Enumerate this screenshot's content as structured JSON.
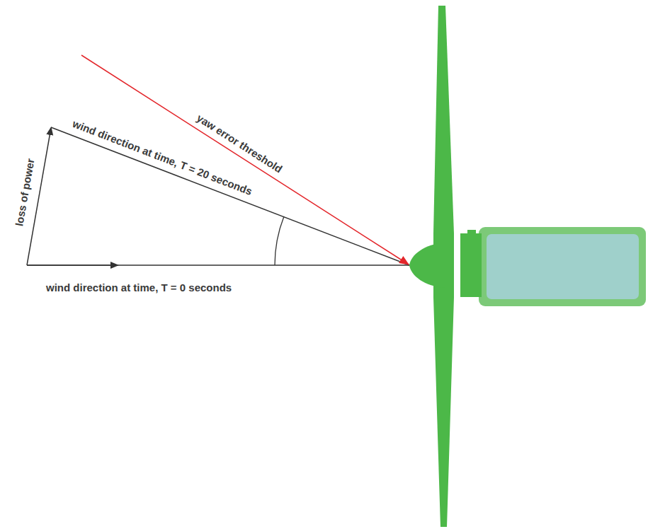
{
  "diagram": {
    "labels": [
      "yaw error threshold",
      "wind direction at time, T = 20 seconds",
      "loss of power",
      "wind direction at time, T = 0 seconds"
    ]
  }
}
